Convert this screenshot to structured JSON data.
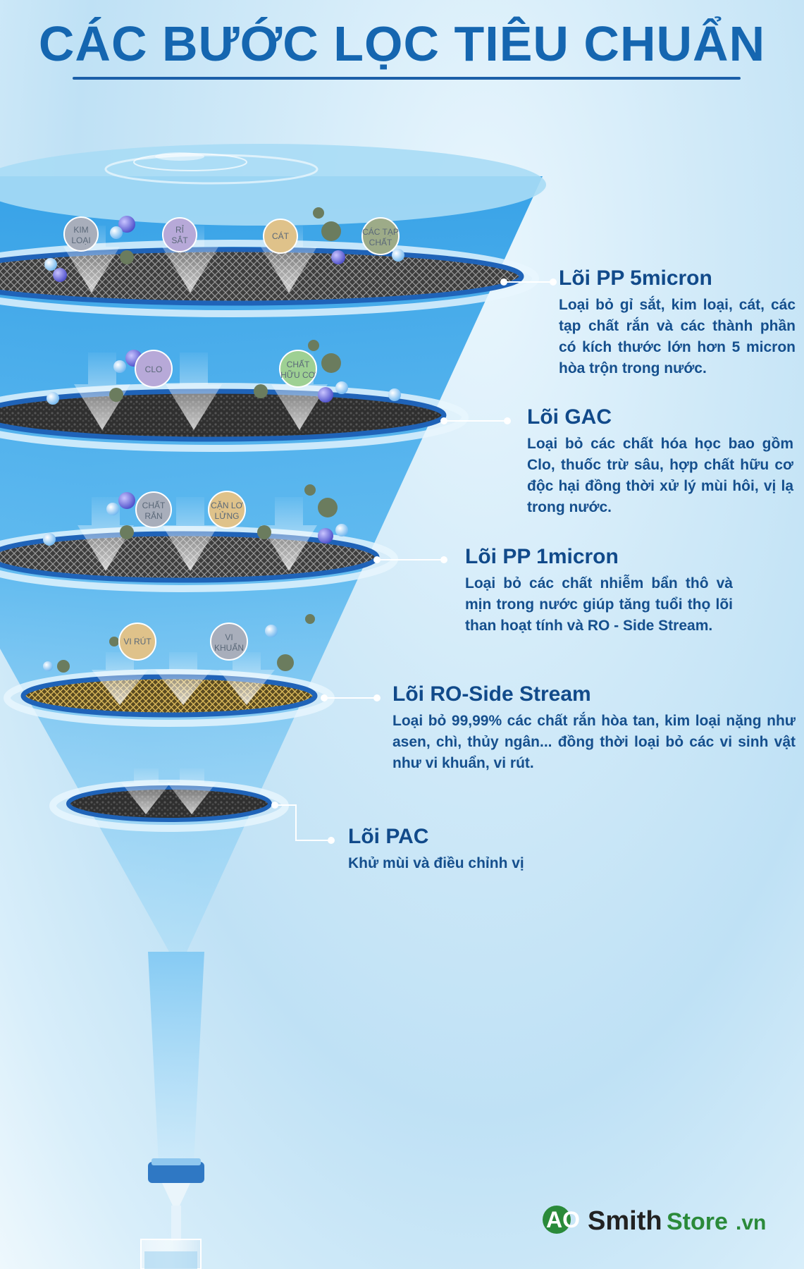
{
  "title": "CÁC BƯỚC LỌC TIÊU CHUẨN",
  "brand": {
    "ao": "AO",
    "smith": "Smith",
    "store": "Store",
    "domain": ".vn"
  },
  "steps": [
    {
      "title": "Lõi PP 5micron",
      "description": "Loại bỏ gỉ sắt, kim loại, cát, các tạp chất rắn và các thành phần có kích thước lớn hơn 5 micron hòa trộn trong nước."
    },
    {
      "title": "Lõi GAC",
      "description": "Loại bỏ các chất hóa học bao gồm Clo, thuốc trừ sâu, hợp chất hữu cơ độc hại đồng thời xử lý mùi hôi, vị lạ trong nước."
    },
    {
      "title": "Lõi PP 1micron",
      "description": "Loại bỏ các chất nhiễm bẩn thô và mịn trong nước giúp tăng tuổi thọ lõi than hoạt tính và RO - Side Stream."
    },
    {
      "title": "Lõi RO-Side Stream",
      "description": "Loại bỏ 99,99% các chất rắn hòa tan, kim loại nặng như asen, chì, thủy ngân... đồng thời loại bỏ các vi sinh vật như vi khuẩn, vi rút."
    },
    {
      "title": "Lõi PAC",
      "description": "Khử mùi và điều chỉnh vị"
    }
  ],
  "contaminants": {
    "kim_loai": [
      "KIM",
      "LOẠI"
    ],
    "ri_sat": [
      "RỈ",
      "SẮT"
    ],
    "cat": [
      "CÁT"
    ],
    "cac_tap_chat": [
      "CÁC TẠP",
      "CHẤT"
    ],
    "clo": [
      "CLO"
    ],
    "chat_huu_co": [
      "CHẤT",
      "HỮU CƠ"
    ],
    "chat_ran": [
      "CHẤT",
      "RẮN"
    ],
    "can_lo_lung": [
      "CẶN LƠ",
      "LỬNG"
    ],
    "vi_rut": [
      "VI RÚT"
    ],
    "vi_khuan": [
      "VI",
      "KHUẨN"
    ]
  },
  "colors": {
    "title": "#1566b0",
    "text": "#154f8d",
    "accent_blue": "#1f63b8",
    "brand_green": "#2a8a3a"
  }
}
